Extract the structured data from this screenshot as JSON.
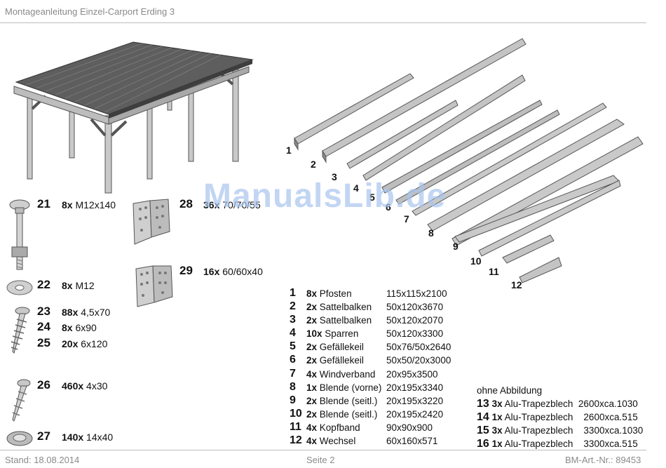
{
  "header": {
    "title": "Montageanleitung Einzel-Carport Erding 3"
  },
  "footer": {
    "date": "Stand: 18.08.2014",
    "page": "Seite 2",
    "article": "BM-Art.-Nr.: 89453"
  },
  "watermark": "ManualsLib.de",
  "hardware": [
    {
      "num": "21",
      "qty": "8x",
      "desc": "M12x140"
    },
    {
      "num": "22",
      "qty": "8x",
      "desc": "M12"
    },
    {
      "num": "23",
      "qty": "88x",
      "desc": "4,5x70"
    },
    {
      "num": "24",
      "qty": "8x",
      "desc": "6x90"
    },
    {
      "num": "25",
      "qty": "20x",
      "desc": "6x120"
    },
    {
      "num": "26",
      "qty": "460x",
      "desc": "4x30"
    },
    {
      "num": "27",
      "qty": "140x",
      "desc": "14x40"
    },
    {
      "num": "28",
      "qty": "36x",
      "desc": "70/70/55"
    },
    {
      "num": "29",
      "qty": "16x",
      "desc": "60/60x40"
    }
  ],
  "beam_labels": [
    "1",
    "2",
    "3",
    "4",
    "5",
    "6",
    "7",
    "8",
    "9",
    "10",
    "11",
    "12"
  ],
  "parts": [
    {
      "num": "1",
      "qty": "8x",
      "name": "Pfosten",
      "dim": "115x115x2100"
    },
    {
      "num": "2",
      "qty": "2x",
      "name": "Sattelbalken",
      "dim": "50x120x3670"
    },
    {
      "num": "3",
      "qty": "2x",
      "name": "Sattelbalken",
      "dim": "50x120x2070"
    },
    {
      "num": "4",
      "qty": "10x",
      "name": "Sparren",
      "dim": "50x120x3300"
    },
    {
      "num": "5",
      "qty": "2x",
      "name": "Gefällekeil",
      "dim": "50x76/50x2640"
    },
    {
      "num": "6",
      "qty": "2x",
      "name": "Gefällekeil",
      "dim": "50x50/20x3000"
    },
    {
      "num": "7",
      "qty": "4x",
      "name": "Windverband",
      "dim": "20x95x3500"
    },
    {
      "num": "8",
      "qty": "1x",
      "name": "Blende (vorne)",
      "dim": "20x195x3340"
    },
    {
      "num": "9",
      "qty": "2x",
      "name": "Blende (seitl.)",
      "dim": "20x195x3220"
    },
    {
      "num": "10",
      "qty": "2x",
      "name": "Blende (seitl.)",
      "dim": "20x195x2420"
    },
    {
      "num": "11",
      "qty": "4x",
      "name": "Kopfband",
      "dim": "90x90x900"
    },
    {
      "num": "12",
      "qty": "4x",
      "name": "Wechsel",
      "dim": "60x160x571"
    }
  ],
  "extras": {
    "heading": "ohne Abbildung",
    "items": [
      {
        "num": "13",
        "qty": "3x",
        "name": "Alu-Trapezblech",
        "dim": "2600xca.1030"
      },
      {
        "num": "14",
        "qty": "1x",
        "name": "Alu-Trapezblech",
        "dim": "2600xca.515"
      },
      {
        "num": "15",
        "qty": "3x",
        "name": "Alu-Trapezblech",
        "dim": "3300xca.1030"
      },
      {
        "num": "16",
        "qty": "1x",
        "name": "Alu-Trapezblech",
        "dim": "3300xca.515"
      }
    ]
  }
}
